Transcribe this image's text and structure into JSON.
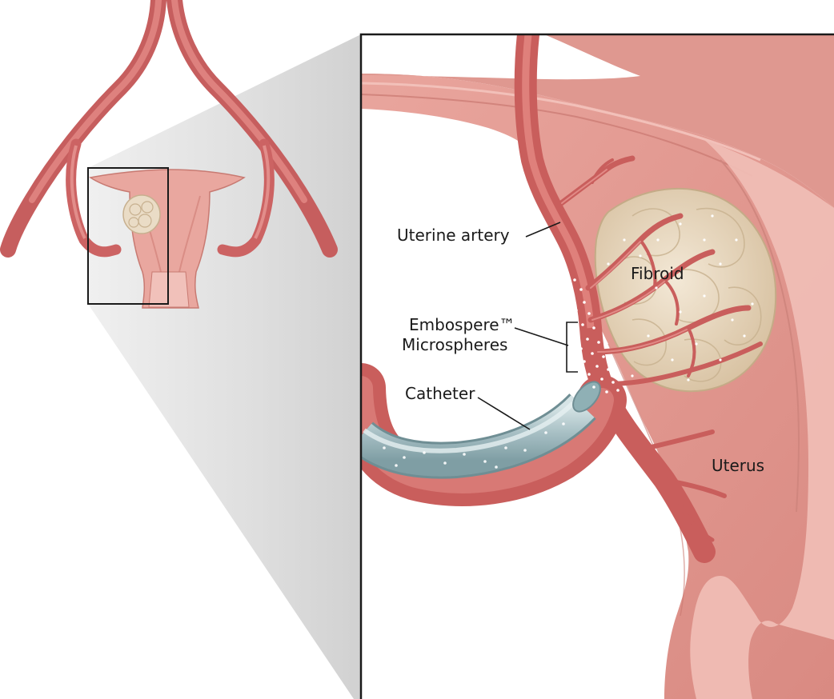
{
  "labels": {
    "uterine_artery": "Uterine artery",
    "fibroid": "Fibroid",
    "embospere_line1": "Embospere™",
    "embospere_line2": "Microspheres",
    "catheter": "Catheter",
    "uterus": "Uterus"
  },
  "colors": {
    "artery": "#d9716f",
    "artery_dark": "#b85555",
    "uterus_wall": "#e8a39c",
    "uterus_inner": "#f3c6bf",
    "fibroid": "#ecdcc4",
    "catheter": "#a9c1c6",
    "frame": "#1a1a1a"
  }
}
